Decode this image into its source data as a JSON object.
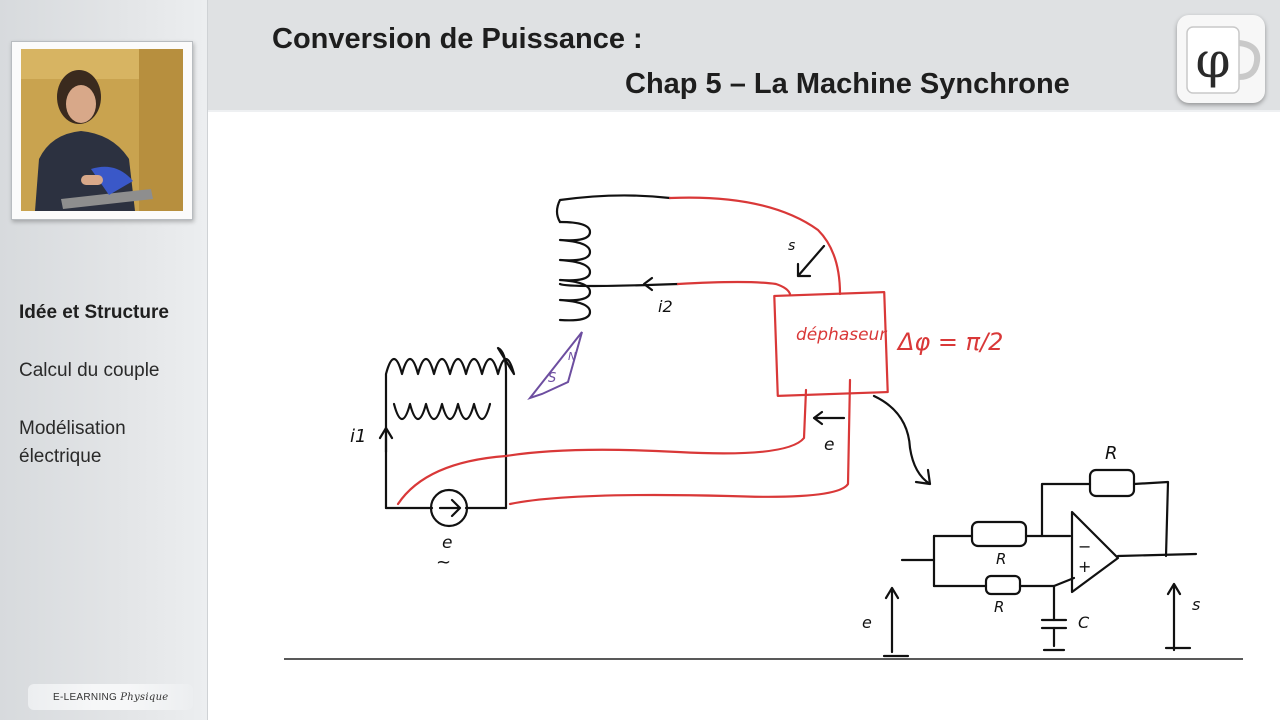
{
  "header": {
    "title_line1": "Conversion de Puissance :",
    "title_line2": "Chap 5 – La Machine Synchrone"
  },
  "logo": {
    "glyph": "φ",
    "icon": "phi-mug-icon"
  },
  "sidebar": {
    "items": [
      {
        "label": "Idée et Structure",
        "active": true
      },
      {
        "label": "Calcul du couple",
        "active": false
      },
      {
        "label": "Modélisation électrique",
        "active": false
      }
    ],
    "brand": {
      "main": "E-LEARNING",
      "script": "Physique"
    }
  },
  "whiteboard": {
    "labels": {
      "i2": "i2",
      "i1": "i1",
      "s_pole": "S",
      "n_pole": "N",
      "source_e": "e",
      "tilde": "~",
      "dephaseur": "déphaseur",
      "delta_phi": "Δφ = π/2",
      "s_arrow": "s",
      "e_arrow": "e",
      "r_top": "R",
      "r_mid": "R",
      "r_low": "R",
      "c": "C",
      "minus": "−",
      "plus": "+",
      "e_in": "e",
      "s_out": "s"
    },
    "colors": {
      "red_ink": "#d93838",
      "black_ink": "#111111",
      "purple_ink": "#6d4ea0"
    }
  }
}
